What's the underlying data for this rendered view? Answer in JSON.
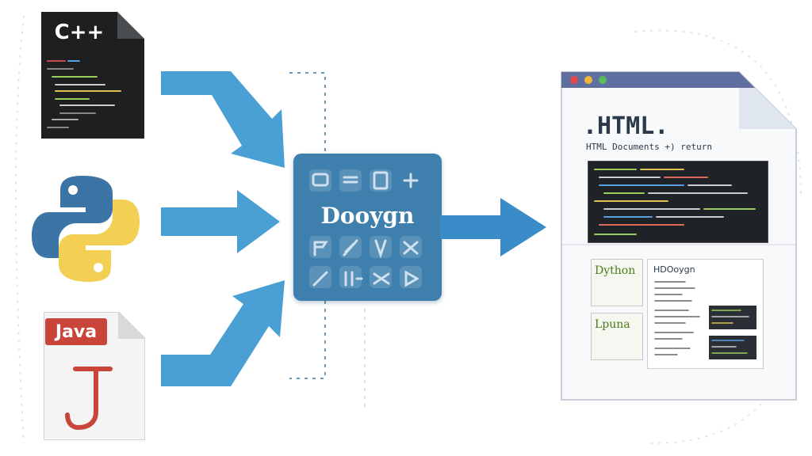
{
  "diagram": {
    "sources": [
      {
        "name": "cpp-source",
        "label": "C++",
        "kind": "code-file-icon"
      },
      {
        "name": "python-source",
        "label": "",
        "kind": "python-logo-icon"
      },
      {
        "name": "java-source",
        "label": "Java",
        "kind": "java-file-icon"
      }
    ],
    "hub": {
      "title": "Dooygn"
    },
    "output": {
      "title": ".HTML.",
      "subtitle": "HTML Documents +) return",
      "cards": [
        {
          "label": "Dython"
        },
        {
          "label": "Lpuna"
        }
      ],
      "panel_title": "HDOoygn"
    },
    "colors": {
      "arrow": "#4a9fd4",
      "hub": "#3f7fae",
      "python_blue": "#3d74a6",
      "python_yellow": "#f3cf53",
      "java_red": "#c9453a",
      "window_bar": "#5f6f9f"
    }
  }
}
